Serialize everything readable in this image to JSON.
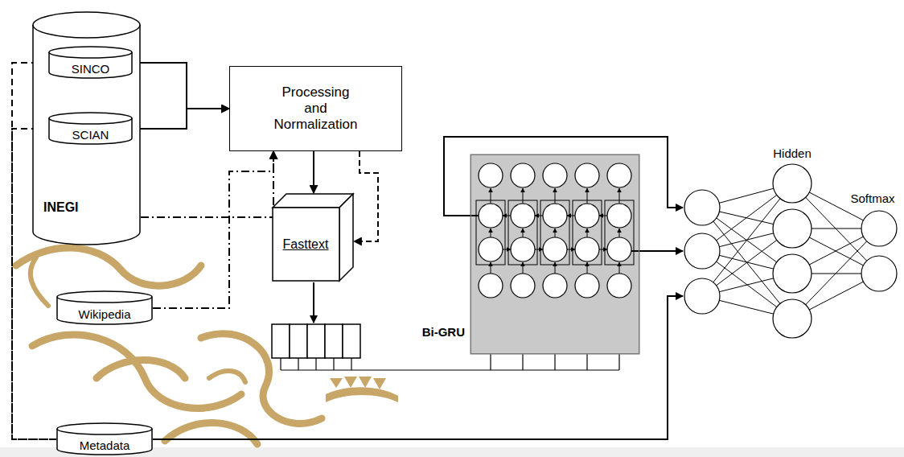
{
  "diagram": {
    "nodes": [
      {
        "text": [
          "INEGI"
        ]
      },
      {
        "text": [
          "SINCO"
        ],
        "in": 0
      },
      {
        "text": [
          "SCIAN"
        ],
        "in": 0
      },
      {
        "text": [
          "Processing and Normalization"
        ]
      },
      {
        "text": [
          "Fasttext"
        ]
      },
      {
        "text": [
          "Wikipedia"
        ]
      },
      {
        "text": [
          "Bi-GRU"
        ]
      },
      {
        "text": [
          "Metadata"
        ]
      }
    ],
    "edges": [
      {
        "from": 1,
        "to": 3,
        "arrow": "to"
      },
      {
        "from": 2,
        "to": 3,
        "arrow": "to"
      },
      {
        "from": 0,
        "to": 3,
        "arrow": "to"
      },
      {
        "from": 5,
        "to": 3,
        "arrow": "to"
      },
      {
        "from": 3,
        "to": 4,
        "arrow": "to"
      },
      {
        "from": 3,
        "to": 4,
        "arrow": "to"
      },
      {
        "from": 1,
        "to": 7,
        "arrow": "none"
      },
      {
        "from": 2,
        "to": 7,
        "arrow": "none"
      }
    ],
    "labels": [
      "Hidden",
      "Softmax"
    ]
  }
}
